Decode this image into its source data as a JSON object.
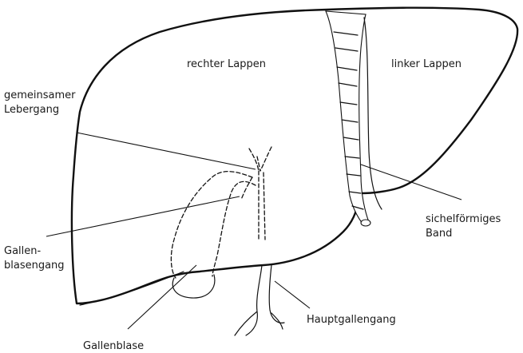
{
  "labels": {
    "right_lobe": "rechter Lappen",
    "left_lobe": "linker Lappen",
    "common_hepatic_duct_1": "gemeinsamer",
    "common_hepatic_duct_2": "Lebergang",
    "cystic_duct_1": "Gallen-",
    "cystic_duct_2": "blasengang",
    "falciform_ligament_1": "sichelförmiges",
    "falciform_ligament_2": "Band",
    "common_bile_duct": "Hauptgallengang",
    "gallbladder": "Gallenblase"
  }
}
